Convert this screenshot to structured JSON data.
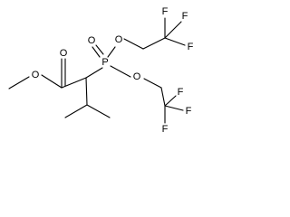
{
  "molecule": {
    "atoms": {
      "ester_carbonyl_o": "O",
      "ester_ether_o": "O",
      "phosphorus": "P",
      "phosphoryl_o": "O",
      "p_ether_o_upper": "O",
      "p_ether_o_lower": "O",
      "upper_f_top_left": "F",
      "upper_f_top_right": "F",
      "upper_f_right": "F",
      "lower_f_top": "F",
      "lower_f_right": "F",
      "lower_f_bottom": "F"
    }
  }
}
